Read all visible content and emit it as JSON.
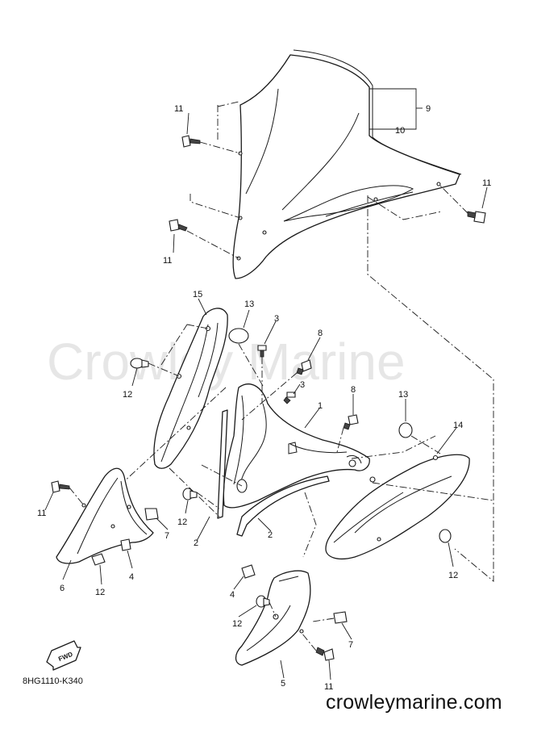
{
  "watermark": "Crowley Marine",
  "callouts": {
    "c1": "1",
    "c2a": "2",
    "c2b": "2",
    "c3a": "3",
    "c3b": "3",
    "c4a": "4",
    "c4b": "4",
    "c5": "5",
    "c6": "6",
    "c7a": "7",
    "c7b": "7",
    "c8a": "8",
    "c8b": "8",
    "c9": "9",
    "c10": "10",
    "c11a": "11",
    "c11b": "11",
    "c11c": "11",
    "c11d": "11",
    "c11e": "11",
    "c12a": "12",
    "c12b": "12",
    "c12c": "12",
    "c12d": "12",
    "c12e": "12",
    "c13a": "13",
    "c13b": "13",
    "c14": "14",
    "c15": "15"
  },
  "fwd_label": "FWD",
  "doc_code": "8HG1110-K340",
  "site_url": "crowleymarine.com"
}
